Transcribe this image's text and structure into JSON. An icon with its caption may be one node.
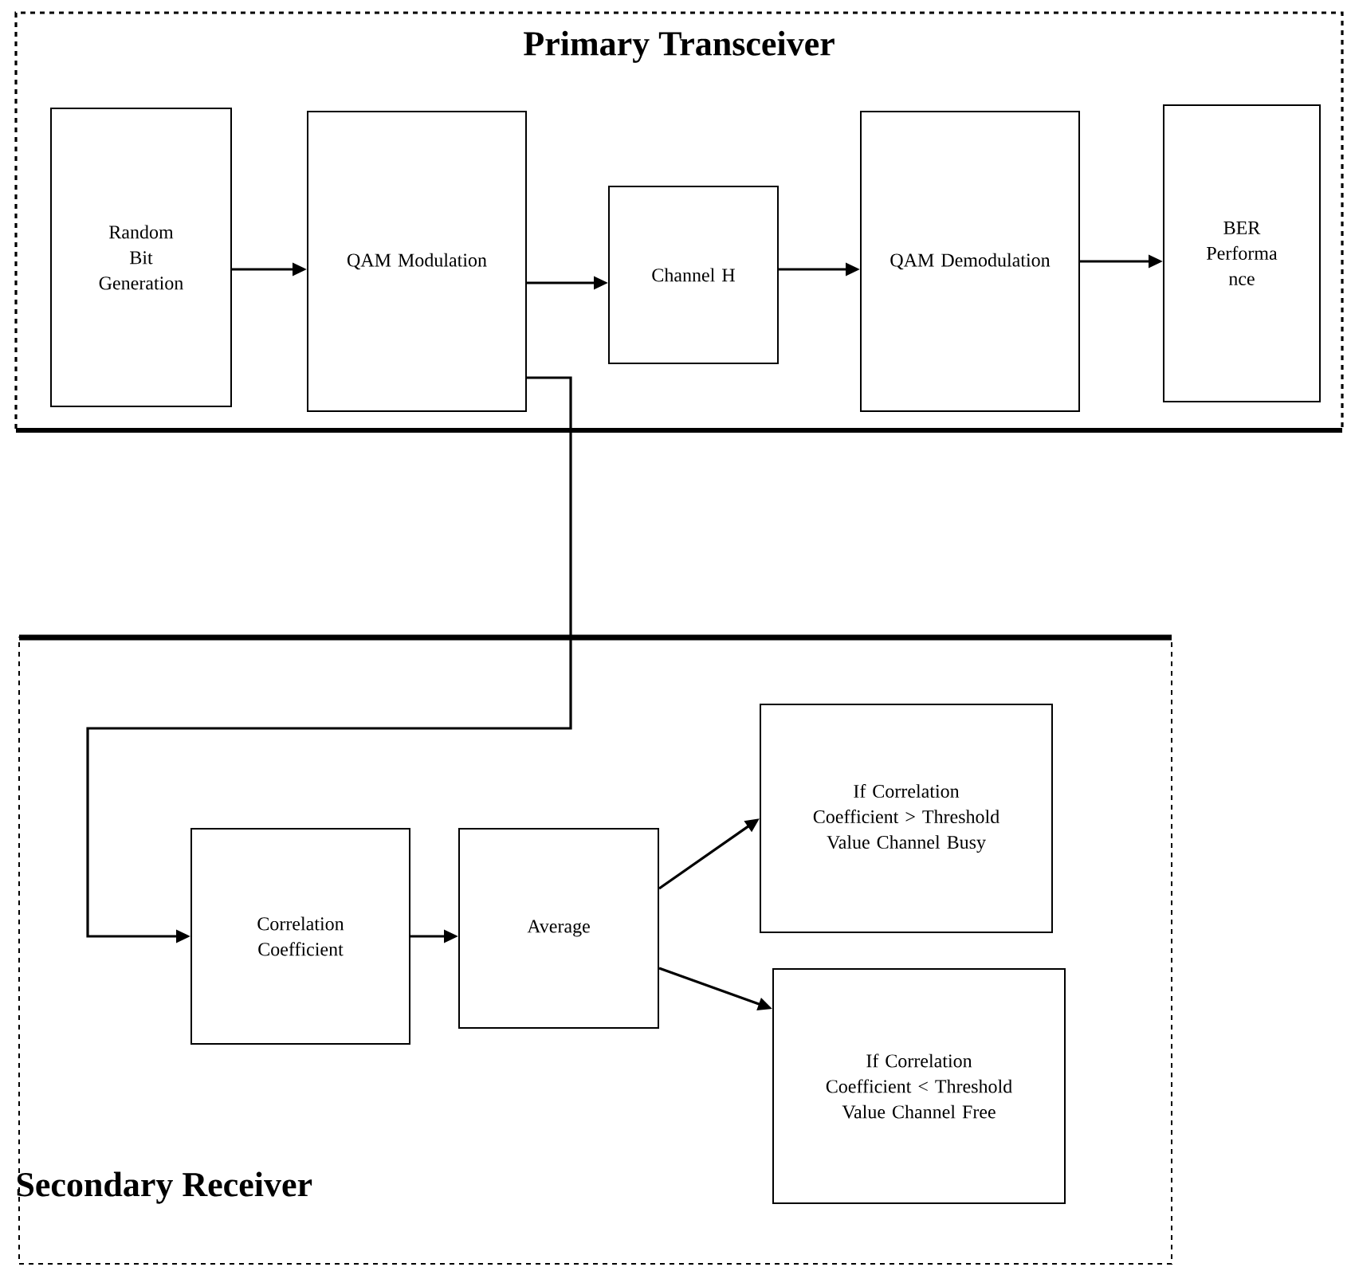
{
  "diagram": {
    "nodes": [
      {
        "text": [
          "Primary Transceiver"
        ]
      },
      {
        "text": [
          "Random Bit Generation"
        ],
        "in": 0
      },
      {
        "text": [
          "QAM Modulation"
        ],
        "in": 0
      },
      {
        "text": [
          "Channel H"
        ],
        "in": 0
      },
      {
        "text": [
          "QAM Demodulation"
        ],
        "in": 0
      },
      {
        "text": [
          "BER Performa nce"
        ],
        "in": 0
      },
      {
        "text": [
          "Secondary Receiver"
        ]
      },
      {
        "text": [
          "Correlation Coefficient"
        ],
        "in": 6
      },
      {
        "text": [
          "Average"
        ],
        "in": 6
      },
      {
        "text": [
          "If Correlation Coefficient > Threshold Value Channel Busy"
        ],
        "in": 6
      },
      {
        "text": [
          "If Correlation Coefficient < Threshold Value Channel Free"
        ],
        "in": 6
      }
    ],
    "edges": [
      {
        "from": 1,
        "to": 2,
        "arrow": "to"
      },
      {
        "from": 2,
        "to": 3,
        "arrow": "to"
      },
      {
        "from": 3,
        "to": 4,
        "arrow": "to"
      },
      {
        "from": 4,
        "to": 5,
        "arrow": "to"
      },
      {
        "from": 2,
        "to": 7,
        "arrow": "to"
      },
      {
        "from": 7,
        "to": 8,
        "arrow": "to"
      },
      {
        "from": 8,
        "to": 9,
        "arrow": "to"
      },
      {
        "from": 8,
        "to": 10,
        "arrow": "to"
      }
    ]
  }
}
